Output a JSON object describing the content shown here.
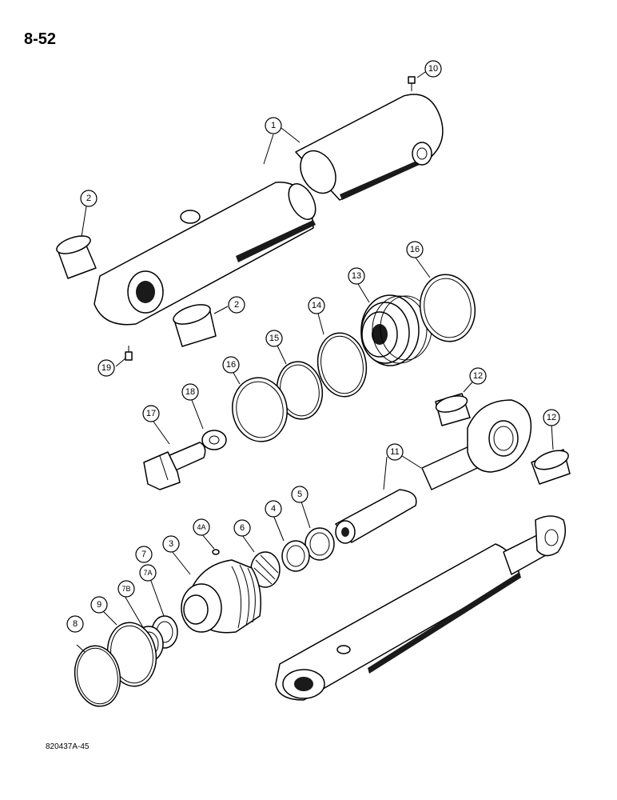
{
  "page": {
    "number": "8-52",
    "figure_code": "820437A-45"
  },
  "callouts": [
    {
      "id": "c1",
      "label": "1"
    },
    {
      "id": "c2a",
      "label": "2"
    },
    {
      "id": "c2b",
      "label": "2"
    },
    {
      "id": "c3",
      "label": "3"
    },
    {
      "id": "c4",
      "label": "4"
    },
    {
      "id": "c4a",
      "label": "4A"
    },
    {
      "id": "c5",
      "label": "5"
    },
    {
      "id": "c6",
      "label": "6"
    },
    {
      "id": "c7",
      "label": "7"
    },
    {
      "id": "c7a",
      "label": "7A"
    },
    {
      "id": "c7b",
      "label": "7B"
    },
    {
      "id": "c8",
      "label": "8"
    },
    {
      "id": "c9",
      "label": "9"
    },
    {
      "id": "c10",
      "label": "10"
    },
    {
      "id": "c11",
      "label": "11"
    },
    {
      "id": "c12a",
      "label": "12"
    },
    {
      "id": "c12b",
      "label": "12"
    },
    {
      "id": "c13",
      "label": "13"
    },
    {
      "id": "c14",
      "label": "14"
    },
    {
      "id": "c15",
      "label": "15"
    },
    {
      "id": "c16a",
      "label": "16"
    },
    {
      "id": "c16b",
      "label": "16"
    },
    {
      "id": "c17",
      "label": "17"
    },
    {
      "id": "c18",
      "label": "18"
    },
    {
      "id": "c19",
      "label": "19"
    }
  ]
}
